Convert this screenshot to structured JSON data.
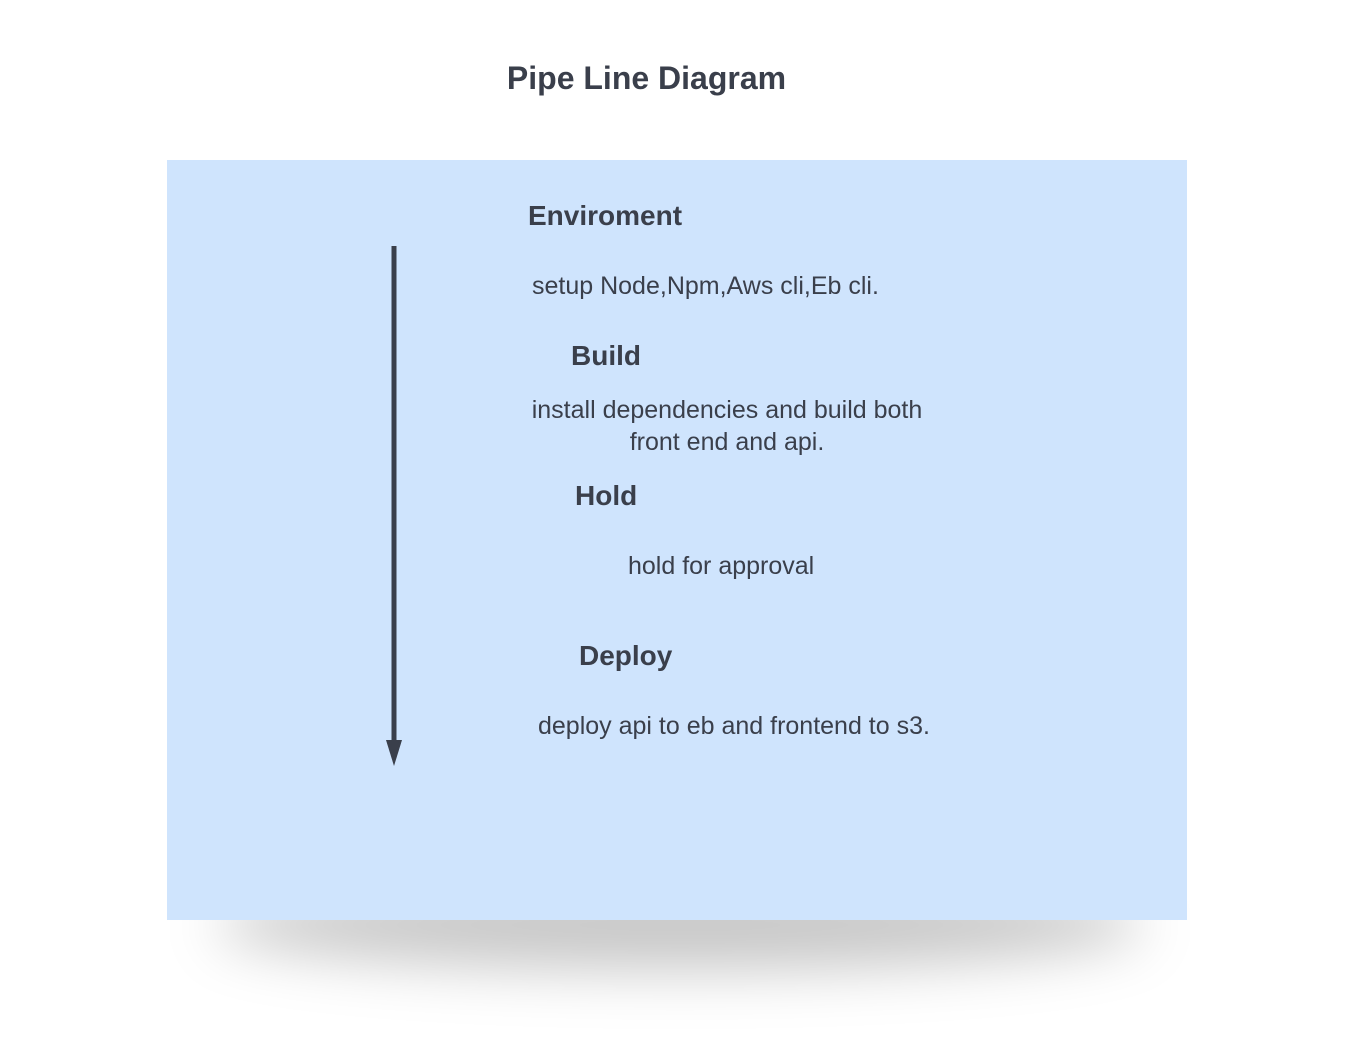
{
  "title": "Pipe Line Diagram",
  "colors": {
    "panel_background": "#cfe4fd",
    "text": "#3a3f4b",
    "arrow": "#3a3f4b"
  },
  "stages": [
    {
      "name": "Enviroment",
      "description": [
        "setup Node,Npm,Aws cli,Eb cli."
      ]
    },
    {
      "name": "Build",
      "description": [
        "install dependencies and build both",
        "front end and api."
      ]
    },
    {
      "name": "Hold",
      "description": [
        "hold for approval"
      ]
    },
    {
      "name": "Deploy",
      "description": [
        "deploy api to eb and frontend to s3."
      ]
    }
  ]
}
